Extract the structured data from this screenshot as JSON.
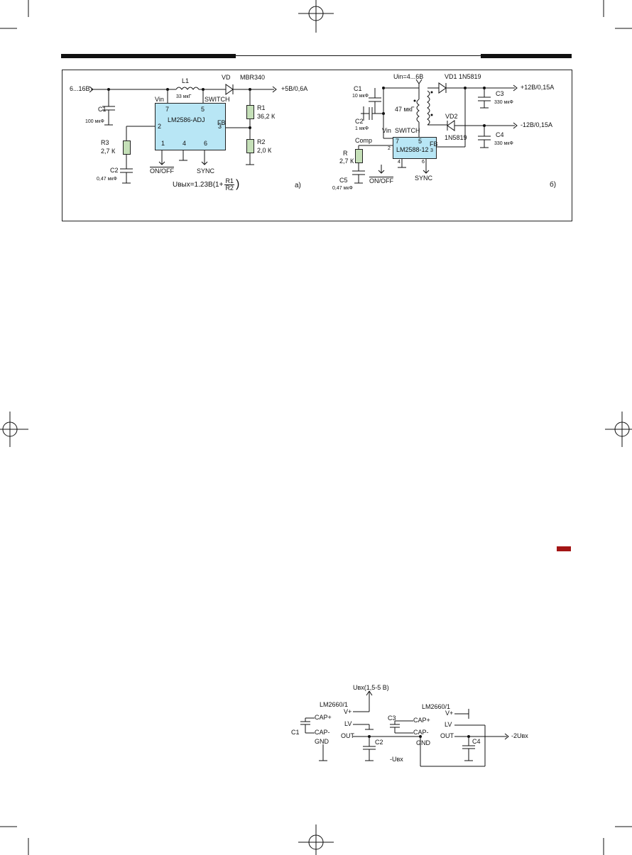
{
  "colors": {
    "chip_fill": "#b8e6f5",
    "resistor_fill": "#c5e0b8",
    "marker": "#a31515",
    "ink": "#111111"
  },
  "icons": {
    "registration": "registration-crosshair-icon",
    "marker": "section-end-marker-icon"
  },
  "fig_a": {
    "input_label": "6...16В",
    "inductor_label": "L1",
    "inductor_value": "33 мкГ",
    "diode_label": "VD",
    "diode_part": "MBR340",
    "output_label": "+5В/0,6A",
    "c1_label": "C1",
    "c1_value": "100 мкФ",
    "chip_name": "LM2586-ADJ",
    "pin_vin": "Vin",
    "pin_switch": "SWITCH",
    "pin_fb": "FB",
    "pin_7": "7",
    "pin_5": "5",
    "pin_2": "2",
    "pin_3": "3",
    "pin_1": "1",
    "pin_4": "4",
    "pin_6": "6",
    "r1_label": "R1",
    "r1_value": "36,2 К",
    "r2_label": "R2",
    "r2_value": "2,0 К",
    "r3_label": "R3",
    "r3_value": "2,7 К",
    "c2_label": "C2",
    "c2_value": "0,47 мкФ",
    "on_off": "ON/OFF",
    "sync": "SYNC",
    "formula_left": "Uвых=1.23В(1+",
    "formula_num": "R1",
    "formula_den": "R2",
    "formula_right": ")",
    "fig_letter": "а)"
  },
  "fig_b": {
    "input_label": "Uin=4...6В",
    "c1_label": "C1",
    "c1_value": "10 мкФ",
    "c2_label": "C2",
    "c2_value": "1 мкФ",
    "inductor_value": "47 мкГ",
    "vd1_label": "VD1 1N5819",
    "vd2_label": "VD2",
    "vd2_part": "1N5819",
    "c3_label": "C3",
    "c3_value": "330 мкФ",
    "c4_label": "C4",
    "c4_value": "330 мкФ",
    "out_pos": "+12В/0,15A",
    "out_neg": "-12В/0,15A",
    "chip_name": "LM2588-12",
    "pin_switch": "SWITCH",
    "pin_vin": "Vin",
    "pin_comp": "Comp",
    "pin_fb": "FB",
    "pin_7": "7",
    "pin_5": "5",
    "pin_2": "2",
    "pin_3": "3",
    "pin_4": "4",
    "pin_6": "6",
    "r_label": "R",
    "r_value": "2,7 К",
    "c5_label": "C5",
    "c5_value": "0,47 мкФ",
    "on_off": "ON/OFF",
    "sync": "SYNC",
    "fig_letter": "б)"
  },
  "fig_c": {
    "input_label": "Uвх(1,5-5 В)",
    "chip1_name": "LM2660/1",
    "chip1_vplus": "V+",
    "chip1_lv": "LV",
    "chip1_out": "OUT",
    "chip1_cap_plus": "CAP+",
    "chip1_cap_minus": "CAP-",
    "chip1_gnd": "GND",
    "c1_label": "C1",
    "c2_label": "C2",
    "mid_label": "-Uвх",
    "chip2_name": "LM2660/1",
    "chip2_vplus": "V+",
    "chip2_lv": "LV",
    "chip2_out": "OUT",
    "chip2_cap_plus": "CAP+",
    "chip2_cap_minus": "CAP-",
    "chip2_gnd": "GND",
    "c3_label": "C3",
    "c4_label": "C4",
    "output_label": "-2Uвх"
  }
}
